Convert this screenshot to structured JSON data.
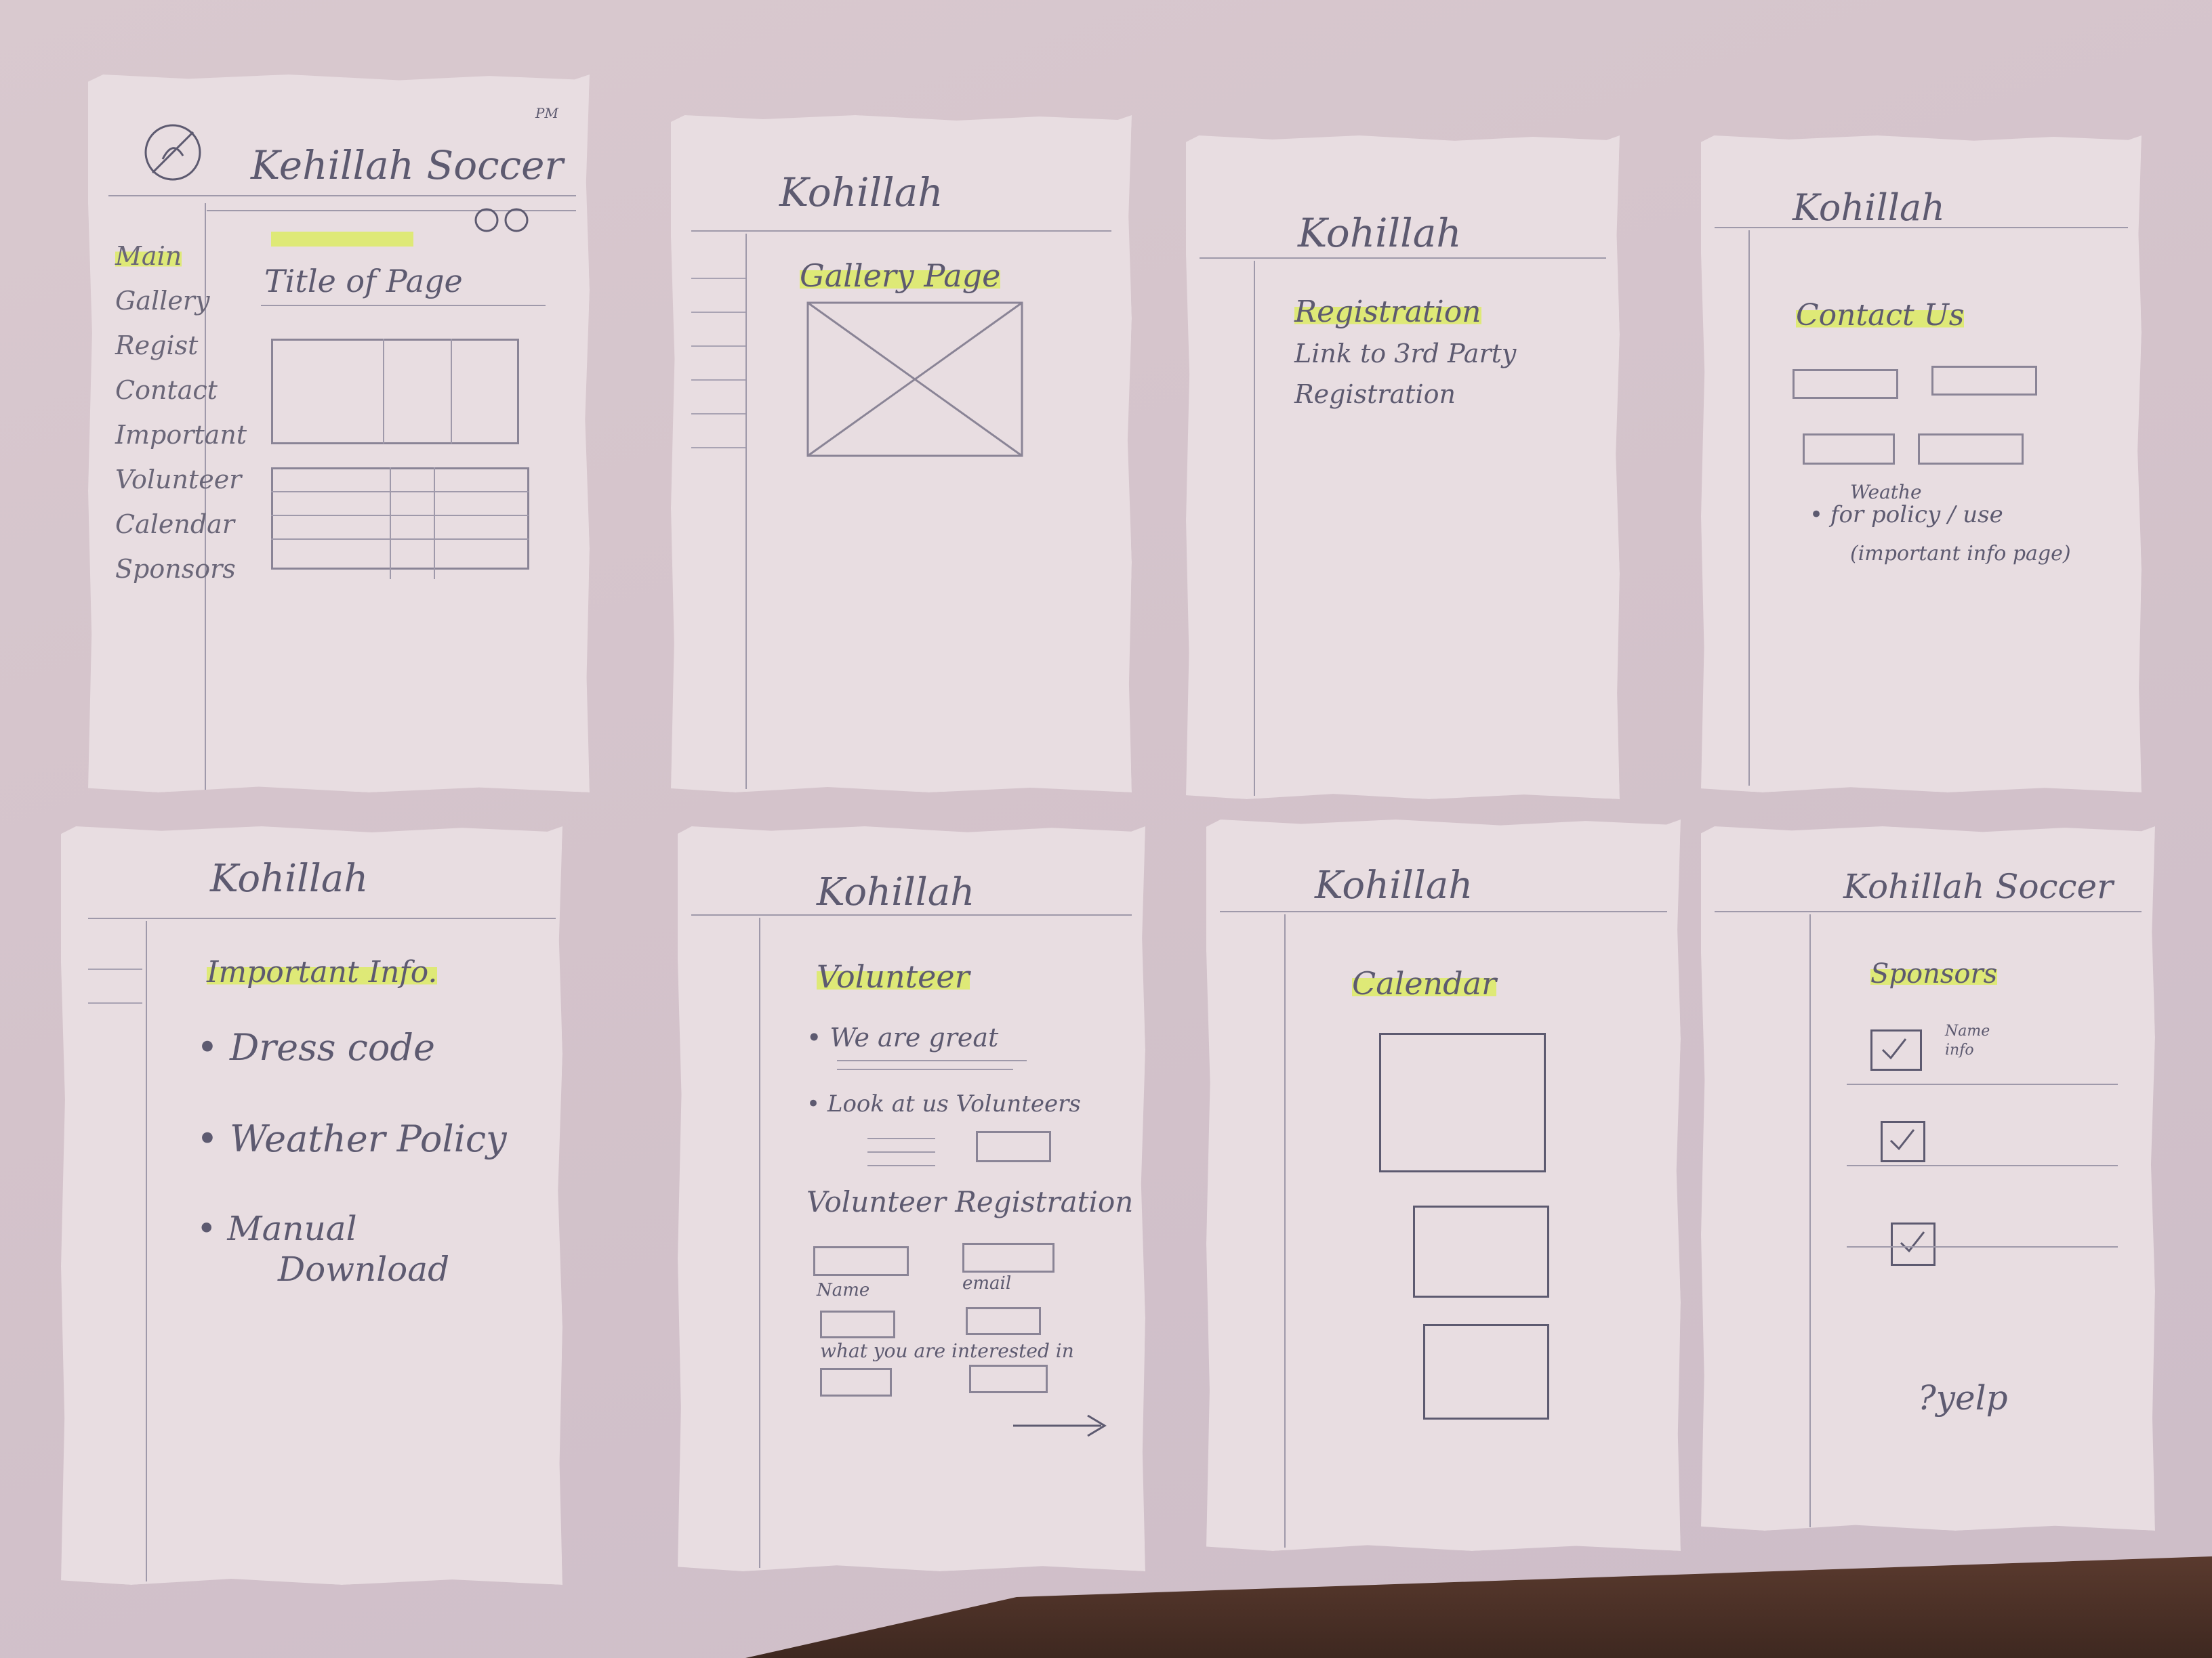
{
  "sheets": {
    "main": {
      "corner_mark": "PM",
      "header": "Kehillah Soccer",
      "nav": [
        "Main",
        "Gallery",
        "Regist",
        "Contact",
        "Important",
        "Volunteer",
        "Calendar",
        "Sponsors"
      ],
      "page_title": "Title of Page"
    },
    "gallery": {
      "header": "Kohillah",
      "title": "Gallery Page"
    },
    "registration": {
      "header": "Kohillah",
      "title": "Registration",
      "body_line1": "Link to 3rd Party",
      "body_line2": "Registration"
    },
    "contact": {
      "header": "Kohillah",
      "title": "Contact Us",
      "note_top": "Weathe",
      "note_line1": "• for policy / use",
      "note_line2": "(important info page)"
    },
    "important": {
      "header": "Kohillah",
      "title": "Important Info.",
      "items": [
        "• Dress code",
        "• Weather Policy",
        "• Manual",
        "Download"
      ]
    },
    "volunteer": {
      "header": "Kohillah",
      "title": "Volunteer",
      "bullet1": "• We are great",
      "bullet2": "• Look at us Volunteers",
      "section": "Volunteer Registration",
      "label_name": "Name",
      "label_email": "email",
      "label_interest": "what you are interested in"
    },
    "calendar": {
      "header": "Kohillah",
      "title": "Calendar"
    },
    "sponsors": {
      "header": "Kohillah Soccer",
      "title": "Sponsors",
      "item_label_1": "Name",
      "item_label_2": "info",
      "footer": "?yelp"
    }
  },
  "colors": {
    "paper": "#e8dde1",
    "pencil": "#5d5a70",
    "highlighter": "#dceb64",
    "table": "#d4c3cb"
  }
}
